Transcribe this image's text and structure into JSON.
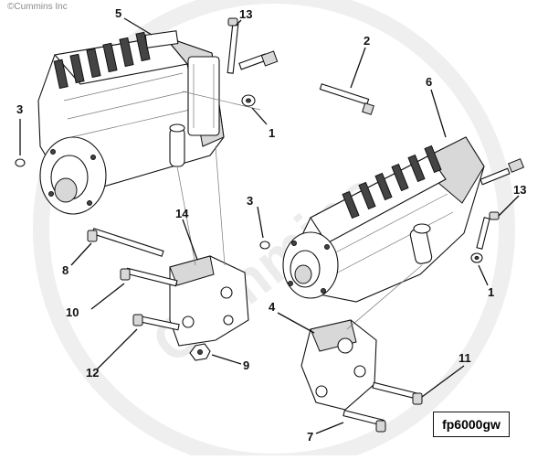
{
  "copyright": "©Cummins Inc",
  "watermark": "Cummins",
  "figure_id": "fp6000gw",
  "callouts": {
    "c5": "5",
    "c13a": "13",
    "c2": "2",
    "c3a": "3",
    "c1a": "1",
    "c6": "6",
    "c3b": "3",
    "c13b": "13",
    "c14": "14",
    "c8": "8",
    "c1b": "1",
    "c10": "10",
    "c4": "4",
    "c12": "12",
    "c9": "9",
    "c11": "11",
    "c7": "7"
  }
}
